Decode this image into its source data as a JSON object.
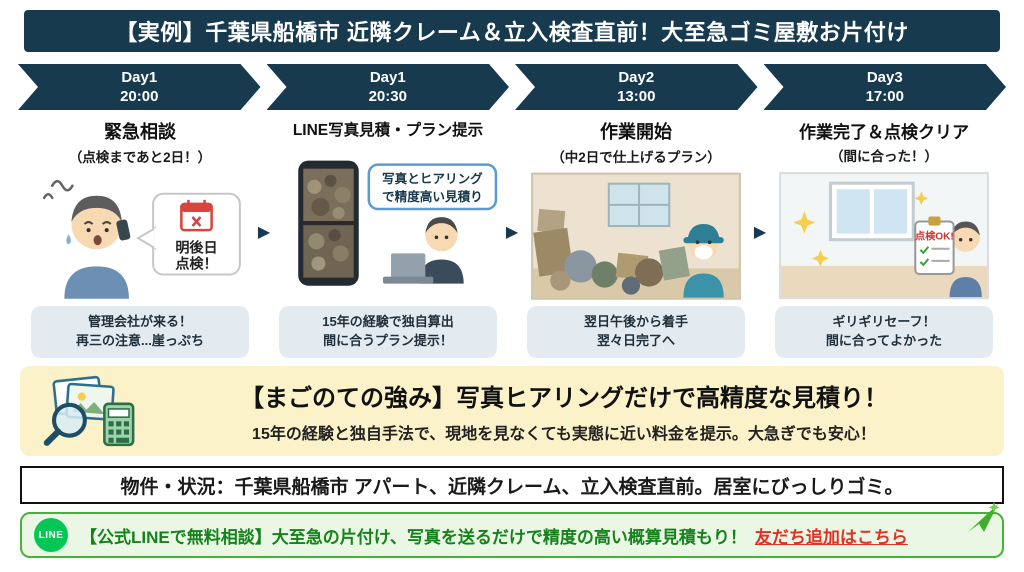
{
  "header": {
    "title": "【実例】千葉県船橋市 近隣クレーム＆立入検査直前！大至急ゴミ屋敷お片付け"
  },
  "steps": [
    {
      "day": "Day1",
      "time": "20:00",
      "title": "緊急相談",
      "subtitle": "（点検まであと2日！）",
      "callout_line1": "明後日",
      "callout_line2": "点検！",
      "bubble_line1": "管理会社が来る！",
      "bubble_line2": "再三の注意...崖っぷち"
    },
    {
      "day": "Day1",
      "time": "20:30",
      "title": "LINE写真見積・プラン提示",
      "callout_line1": "写真とヒアリング",
      "callout_line2": "で精度高い見積り",
      "bubble_line1": "15年の経験で独自算出",
      "bubble_line2": "間に合うプラン提示！"
    },
    {
      "day": "Day2",
      "time": "13:00",
      "title": "作業開始",
      "subtitle": "（中2日で仕上げるプラン）",
      "bubble_line1": "翌日午後から着手",
      "bubble_line2": "翌々日完了へ"
    },
    {
      "day": "Day3",
      "time": "17:00",
      "title": "作業完了＆点検クリア",
      "subtitle": "（間に合った！）",
      "callout_label": "点検OK!",
      "bubble_line1": "ギリギリセーフ！",
      "bubble_line2": "間に合ってよかった"
    }
  ],
  "decor": {
    "step_arrow": "▶"
  },
  "strength": {
    "title": "【まごのての強み】写真ヒアリングだけで高精度な見積り！",
    "subtitle": "15年の経験と独自手法で、現地を見なくても実態に近い料金を提示。大急ぎでも安心！"
  },
  "property": {
    "text": "物件・状況：千葉県船橋市 アパート、近隣クレーム、立入検査直前。居室にびっしりゴミ。"
  },
  "line_banner": {
    "logo": "LINE",
    "text": "【公式LINEで無料相談】大至急の片付け、写真を送るだけで精度の高い概算見積もり！",
    "link": "友だち追加はこちら"
  },
  "colors": {
    "dark_teal": "#173a4f",
    "bubble_gray": "#e3eaf0",
    "highlight_yellow": "#fcf2c9",
    "line_brand_green": "#06c755",
    "banner_border_green": "#47b239",
    "banner_text_green": "#15821c",
    "link_red": "#e03127",
    "callout_blue_border": "#5b9bd5",
    "calendar_red": "#d8453c"
  }
}
